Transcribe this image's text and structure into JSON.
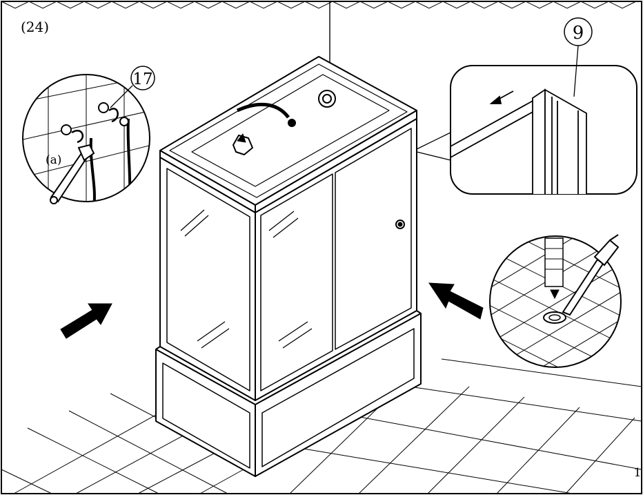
{
  "step_number": "(24)",
  "callouts": {
    "upper_left_part": "17",
    "upper_right_part": "9",
    "tool_label": "(a)"
  },
  "page_number": "1",
  "icons": {
    "shower_enclosure": "shower-cabin-icon",
    "wrench": "adjustable-wrench-icon",
    "sealant_gun": "caulking-gun-icon",
    "push_arrow": "arrow-icon"
  },
  "colors": {
    "line": "#000000",
    "background": "#ffffff",
    "callout_fill": "#ffffff"
  }
}
